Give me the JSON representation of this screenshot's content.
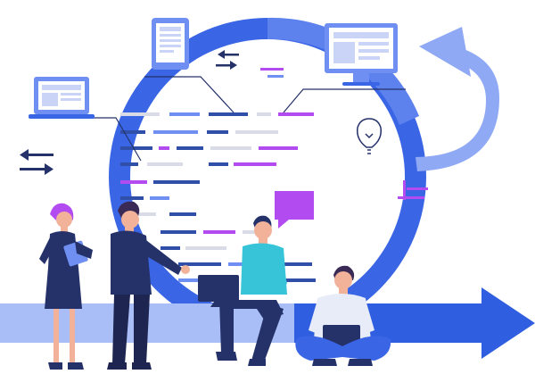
{
  "illustration": {
    "theme": "agile-development-cycle",
    "colors": {
      "primary_blue": "#2f5fe0",
      "light_blue": "#6f8ff2",
      "pale_blue": "#a9bdf7",
      "purple": "#b24cf0",
      "navy": "#25326a",
      "gray_line": "#d9dce6",
      "white": "#ffffff",
      "skin": "#f2b29a",
      "cyan_shirt": "#37c3d8"
    },
    "icons": [
      "laptop-wireframe-icon",
      "tablet-wireframe-icon",
      "monitor-wireframe-icon",
      "lightbulb-icon",
      "sync-arrows-icon",
      "speech-bubble-icon",
      "cycle-arrow-icon",
      "progress-arrow-icon"
    ],
    "people": [
      "woman-with-tablet",
      "man-pointing",
      "man-sitting-with-laptop",
      "man-cross-legged-with-laptop"
    ]
  }
}
